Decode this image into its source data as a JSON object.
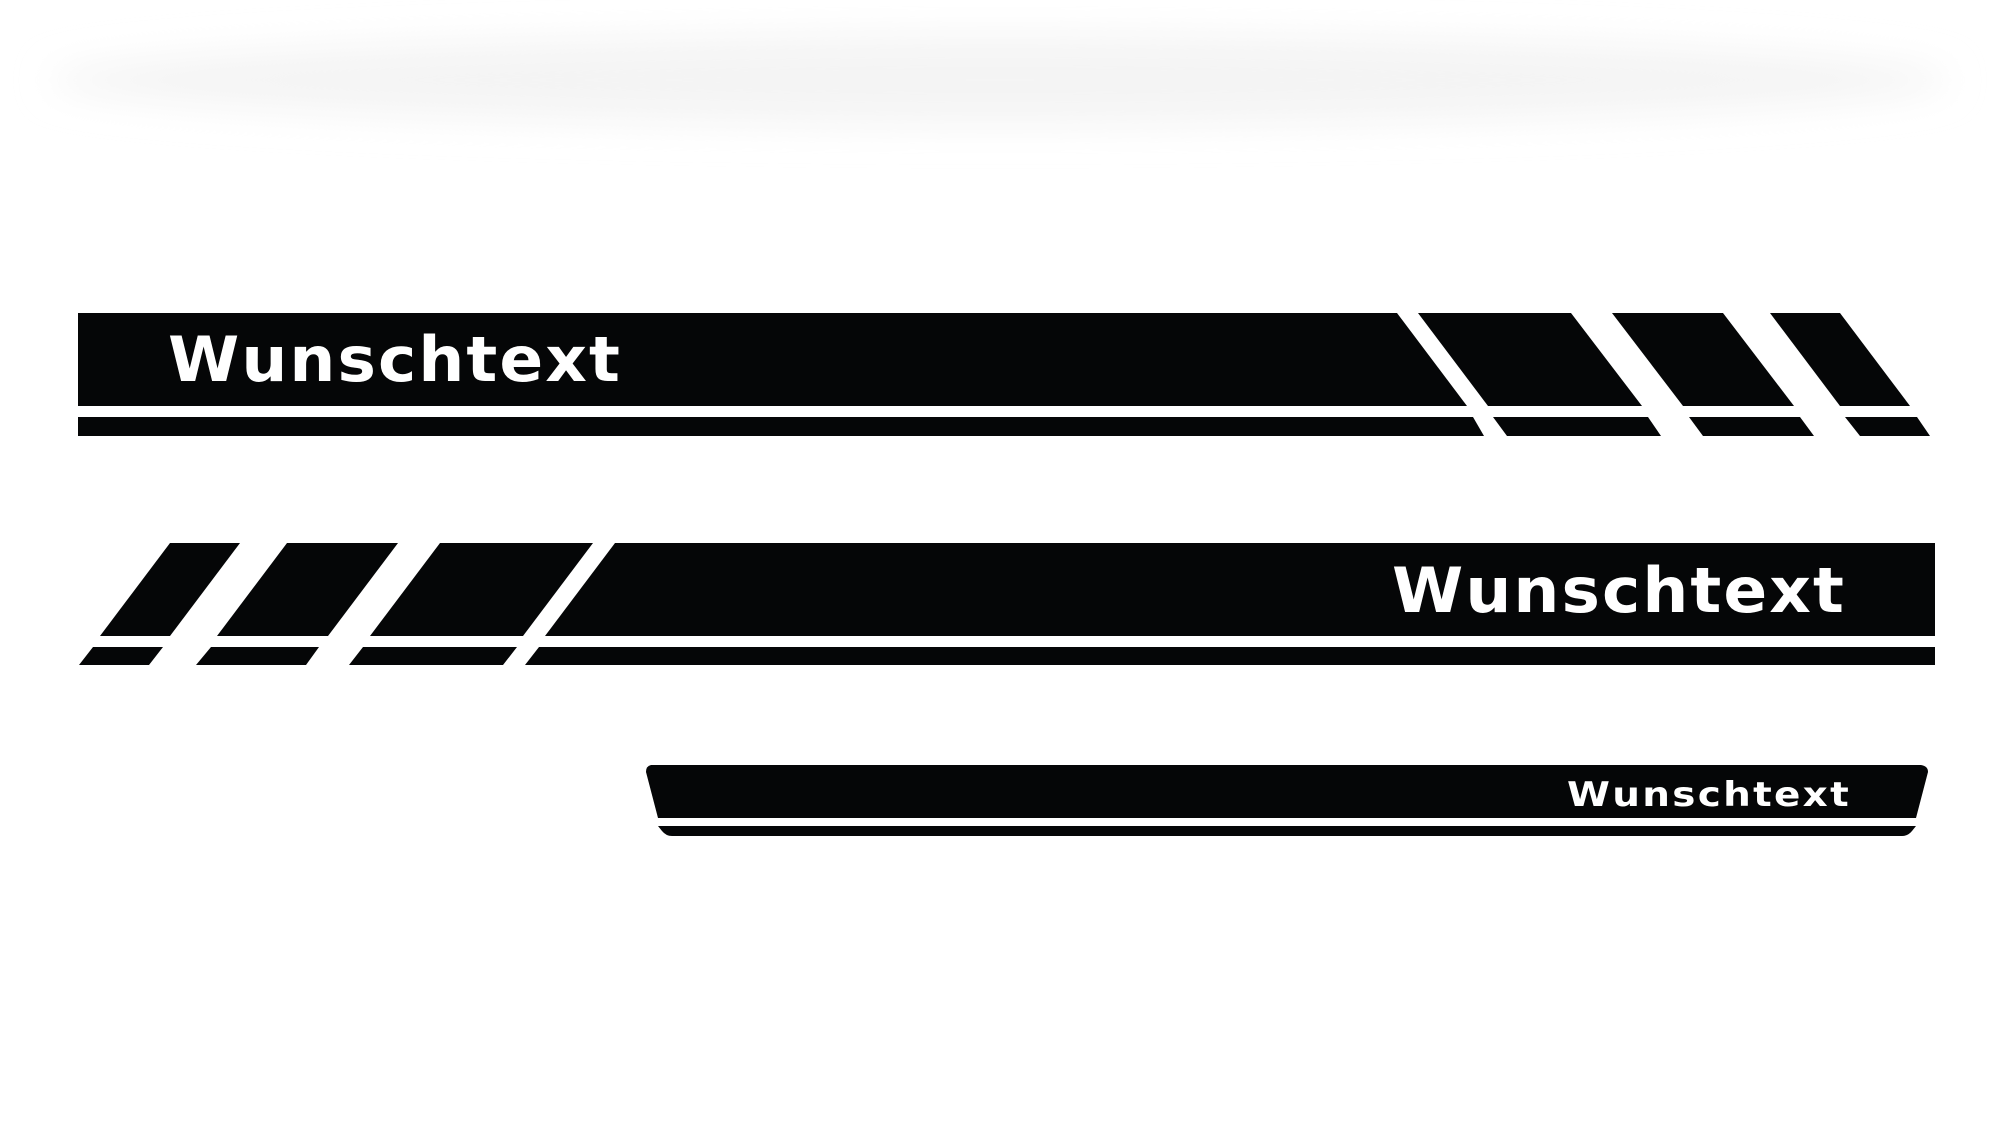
{
  "colors": {
    "background": "#ffffff",
    "decal": "#050607",
    "decal_text": "#ffffff",
    "top_shadow": "#f3f3f3"
  },
  "decals": [
    {
      "id": "decal-1",
      "text": "Wunschtext",
      "direction": "stripes-right"
    },
    {
      "id": "decal-2",
      "text": "Wunschtext",
      "direction": "stripes-left"
    },
    {
      "id": "decal-3",
      "text": "Wunschtext",
      "direction": "sill-plate"
    }
  ]
}
